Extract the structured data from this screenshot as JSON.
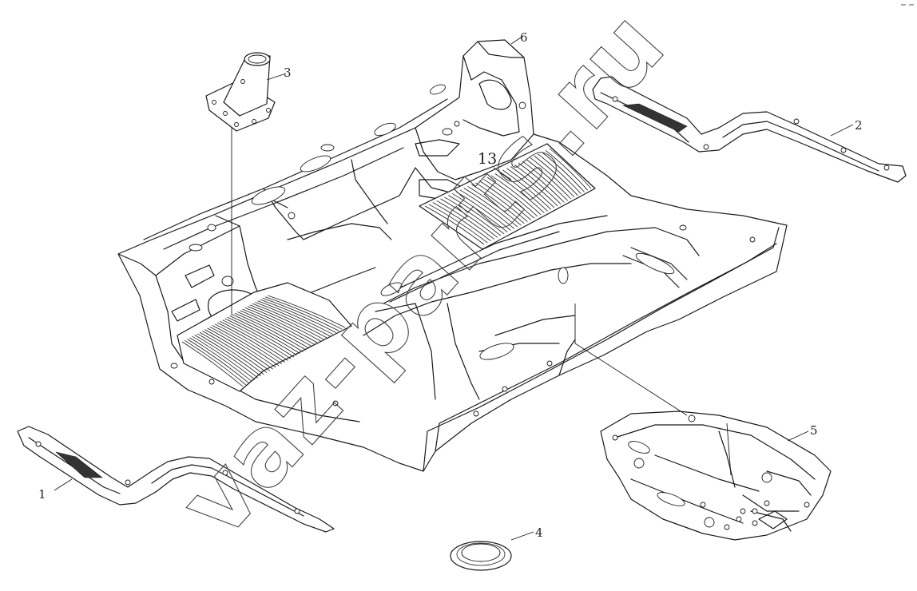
{
  "diagram": {
    "callouts": [
      {
        "id": "1",
        "label": "1"
      },
      {
        "id": "2",
        "label": "2"
      },
      {
        "id": "3",
        "label": "3"
      },
      {
        "id": "4",
        "label": "4"
      },
      {
        "id": "5",
        "label": "5"
      },
      {
        "id": "6",
        "label": "6"
      },
      {
        "id": "13",
        "label": "13"
      }
    ],
    "watermark": "vaz-parts.ru"
  }
}
